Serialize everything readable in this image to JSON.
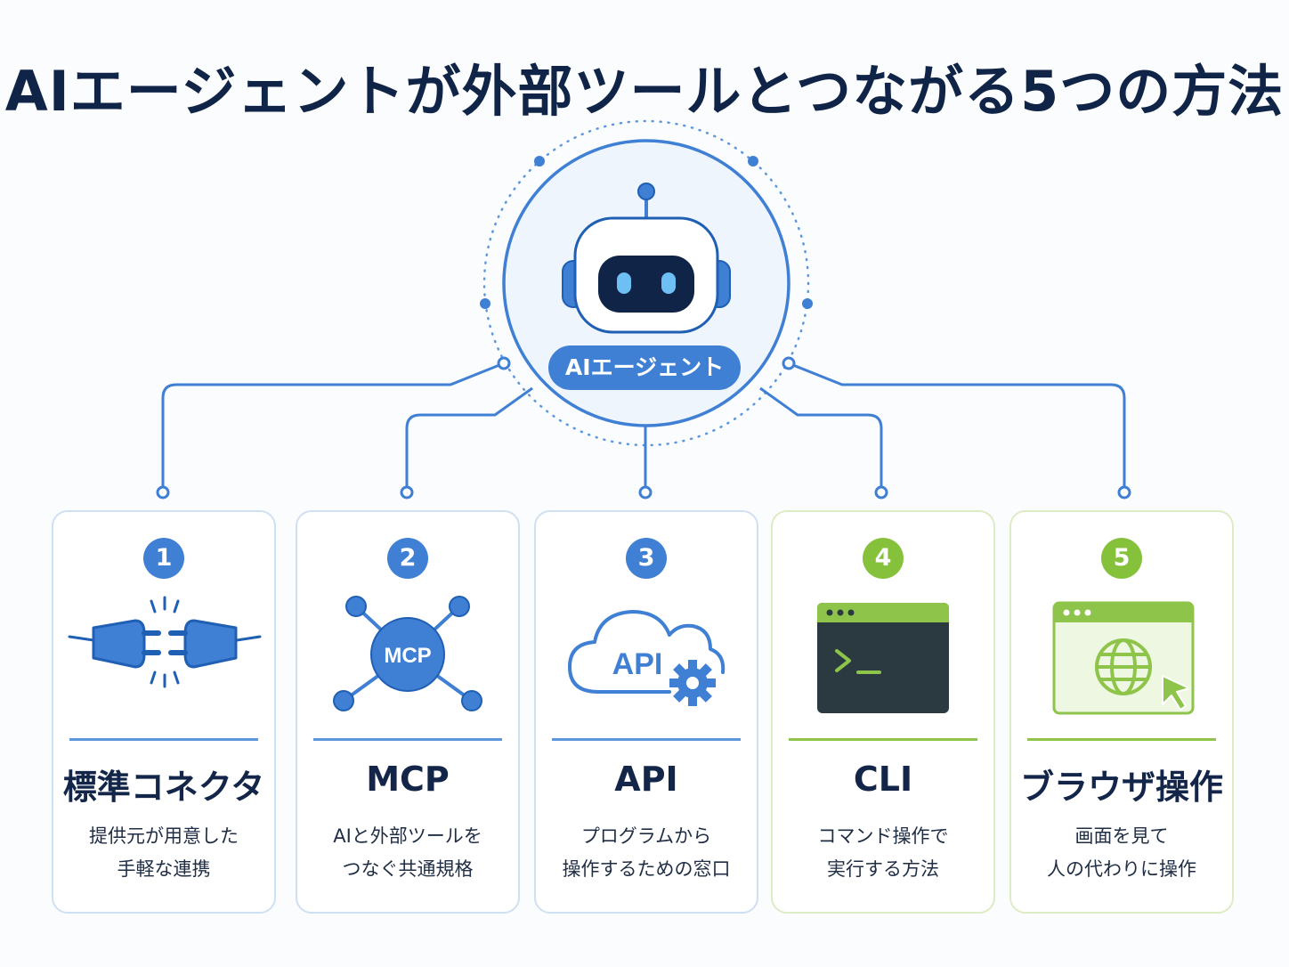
{
  "title": "AIエージェントが外部ツールとつながる5つの方法",
  "agent": {
    "label": "AIエージェント",
    "icon": "robot-icon"
  },
  "colors": {
    "blue": "#3f7fd4",
    "green": "#86c13c",
    "navy": "#13264a"
  },
  "methods": [
    {
      "number": "1",
      "name": "標準コネクタ",
      "icon": "plug-icon",
      "icon_text": "",
      "desc_line1": "提供元が用意した",
      "desc_line2": "手軽な連携",
      "accent": "blue"
    },
    {
      "number": "2",
      "name": "MCP",
      "icon": "network-hub-icon",
      "icon_text": "MCP",
      "desc_line1": "AIと外部ツールを",
      "desc_line2": "つなぐ共通規格",
      "accent": "blue"
    },
    {
      "number": "3",
      "name": "API",
      "icon": "cloud-gear-icon",
      "icon_text": "API",
      "desc_line1": "プログラムから",
      "desc_line2": "操作するための窓口",
      "accent": "blue"
    },
    {
      "number": "4",
      "name": "CLI",
      "icon": "terminal-icon",
      "icon_text": "",
      "desc_line1": "コマンド操作で",
      "desc_line2": "実行する方法",
      "accent": "green"
    },
    {
      "number": "5",
      "name": "ブラウザ操作",
      "icon": "browser-globe-cursor-icon",
      "icon_text": "",
      "desc_line1": "画面を見て",
      "desc_line2": "人の代わりに操作",
      "accent": "green"
    }
  ]
}
